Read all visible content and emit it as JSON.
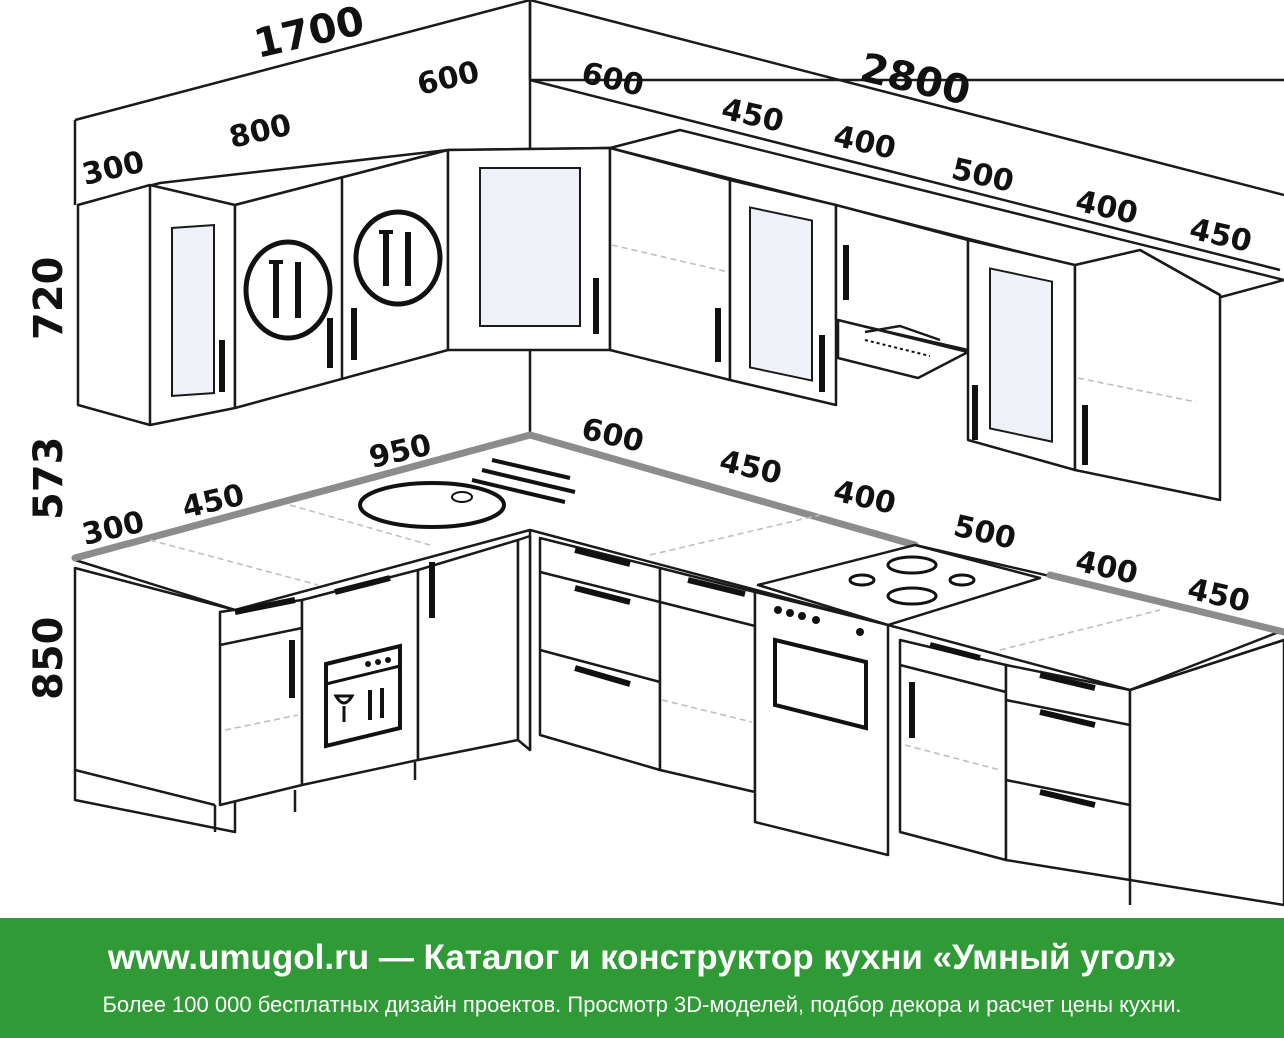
{
  "dimensions": {
    "total_left": "1700",
    "total_right": "2800",
    "upper_left": [
      "300",
      "800",
      "600"
    ],
    "upper_right": [
      "600",
      "450",
      "400",
      "500",
      "400",
      "450"
    ],
    "lower_left": [
      "300",
      "450",
      "950"
    ],
    "lower_right": [
      "600",
      "450",
      "400",
      "500",
      "400",
      "450"
    ],
    "height_upper": "720",
    "height_gap": "573",
    "height_lower": "850"
  },
  "banner": {
    "title": "www.umugol.ru — Каталог и конструктор кухни «Умный угол»",
    "subtitle": "Более 100 000 бесплатных дизайн проектов. Просмотр 3D-моделей, подбор декора и расчет цены кухни."
  },
  "colors": {
    "banner_bg": "#2f9a36",
    "lines": "#1a1a1a",
    "countertop_edge": "#8c8c8c"
  },
  "icons": [
    "plate-cutlery-icon",
    "dishwasher-icon",
    "hob-burner-icon",
    "oven-icon",
    "range-hood-icon"
  ]
}
